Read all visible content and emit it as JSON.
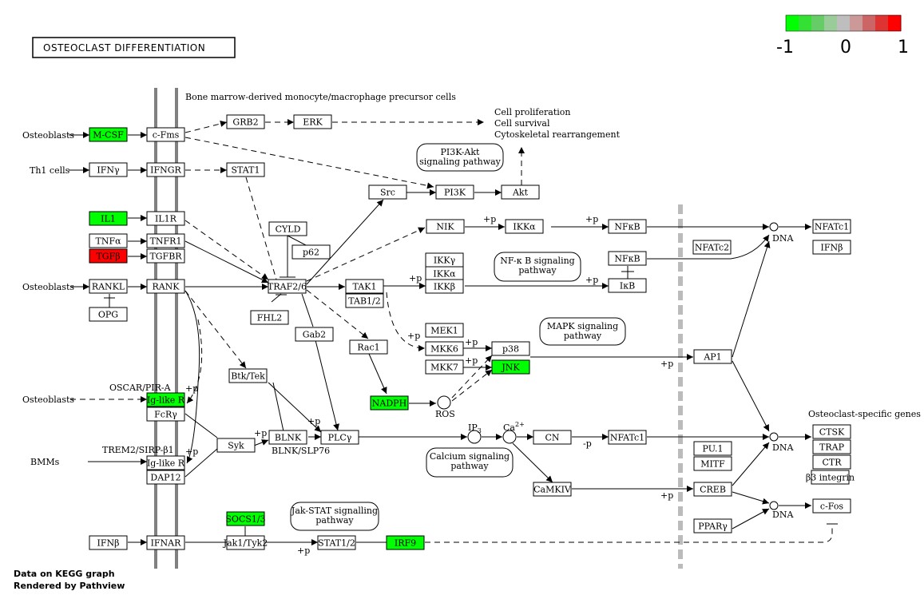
{
  "title": "OSTEOCLAST DIFFERENTIATION",
  "footer": [
    "Data on KEGG graph",
    "Rendered by Pathview"
  ],
  "legend": {
    "min_label": "-1",
    "mid_label": "0",
    "max_label": "1",
    "colors": [
      "#00ff00",
      "#33e033",
      "#66cc66",
      "#99cc99",
      "#bebebe",
      "#cc9999",
      "#cc6666",
      "#dd3333",
      "#ff0000"
    ]
  },
  "colors": {
    "down": "#00ff00",
    "up": "#ff0000",
    "none": "#ffffff",
    "membrane": "#808080",
    "nucleus": "#bbbbbb"
  },
  "nodes": [
    {
      "id": "mcsf",
      "label": "M-CSF",
      "color": "#00ff00"
    },
    {
      "id": "cfms",
      "label": "c-Fms",
      "color": "#ffffff"
    },
    {
      "id": "grb2",
      "label": "GRB2",
      "color": "#ffffff"
    },
    {
      "id": "erk",
      "label": "ERK",
      "color": "#ffffff"
    },
    {
      "id": "ifny",
      "label": "IFNγ",
      "color": "#ffffff"
    },
    {
      "id": "ifngr",
      "label": "IFNGR",
      "color": "#ffffff"
    },
    {
      "id": "stat1",
      "label": "STAT1",
      "color": "#ffffff"
    },
    {
      "id": "src",
      "label": "Src",
      "color": "#ffffff"
    },
    {
      "id": "pi3k",
      "label": "PI3K",
      "color": "#ffffff"
    },
    {
      "id": "akt",
      "label": "Akt",
      "color": "#ffffff"
    },
    {
      "id": "il1",
      "label": "IL1",
      "color": "#00ff00"
    },
    {
      "id": "il1r",
      "label": "IL1R",
      "color": "#ffffff"
    },
    {
      "id": "tnfa",
      "label": "TNFα",
      "color": "#ffffff"
    },
    {
      "id": "tnfr1",
      "label": "TNFR1",
      "color": "#ffffff"
    },
    {
      "id": "tgfb",
      "label": "TGFβ",
      "color": "#ff0000"
    },
    {
      "id": "tgfbr",
      "label": "TGFBR",
      "color": "#ffffff"
    },
    {
      "id": "cyld",
      "label": "CYLD",
      "color": "#ffffff"
    },
    {
      "id": "p62",
      "label": "p62",
      "color": "#ffffff"
    },
    {
      "id": "nik",
      "label": "NIK",
      "color": "#ffffff"
    },
    {
      "id": "ikka",
      "label": "IKKα",
      "color": "#ffffff"
    },
    {
      "id": "nfkb1",
      "label": "NFκB",
      "color": "#ffffff"
    },
    {
      "id": "nfatc1a",
      "label": "NFATc1",
      "color": "#ffffff"
    },
    {
      "id": "ifnb2",
      "label": "IFNβ",
      "color": "#ffffff"
    },
    {
      "id": "nfatc2",
      "label": "NFATc2",
      "color": "#ffffff"
    },
    {
      "id": "ikky",
      "label": "IKKγ",
      "color": "#ffffff"
    },
    {
      "id": "ikka2",
      "label": "IKKα",
      "color": "#ffffff"
    },
    {
      "id": "ikkb",
      "label": "IKKβ",
      "color": "#ffffff"
    },
    {
      "id": "nfkb2",
      "label": "NFκB",
      "color": "#ffffff"
    },
    {
      "id": "ikb",
      "label": "IκB",
      "color": "#ffffff"
    },
    {
      "id": "rankl",
      "label": "RANKL",
      "color": "#ffffff"
    },
    {
      "id": "rank",
      "label": "RANK",
      "color": "#ffffff"
    },
    {
      "id": "traf6",
      "label": "TRAF2/6",
      "color": "#ffffff"
    },
    {
      "id": "tak1",
      "label": "TAK1",
      "color": "#ffffff"
    },
    {
      "id": "tab12",
      "label": "TAB1/2",
      "color": "#ffffff"
    },
    {
      "id": "opg",
      "label": "OPG",
      "color": "#ffffff"
    },
    {
      "id": "fhl2",
      "label": "FHL2",
      "color": "#ffffff"
    },
    {
      "id": "gab2",
      "label": "Gab2",
      "color": "#ffffff"
    },
    {
      "id": "rac1",
      "label": "Rac1",
      "color": "#ffffff"
    },
    {
      "id": "mek1",
      "label": "MEK1",
      "color": "#ffffff"
    },
    {
      "id": "mkk6",
      "label": "MKK6",
      "color": "#ffffff"
    },
    {
      "id": "p38",
      "label": "p38",
      "color": "#ffffff"
    },
    {
      "id": "mkk7",
      "label": "MKK7",
      "color": "#ffffff"
    },
    {
      "id": "jnk",
      "label": "JNK",
      "color": "#00ff00"
    },
    {
      "id": "ap1",
      "label": "AP1",
      "color": "#ffffff"
    },
    {
      "id": "btktek",
      "label": "Btk/Tek",
      "color": "#ffffff"
    },
    {
      "id": "iglike1",
      "label": "Ig-like R",
      "color": "#00ff00"
    },
    {
      "id": "fcry",
      "label": "FcRγ",
      "color": "#ffffff"
    },
    {
      "id": "nadph",
      "label": "NADPH",
      "color": "#00ff00"
    },
    {
      "id": "syk",
      "label": "Syk",
      "color": "#ffffff"
    },
    {
      "id": "blnk",
      "label": "BLNK",
      "color": "#ffffff"
    },
    {
      "id": "plcy",
      "label": "PLCγ",
      "color": "#ffffff"
    },
    {
      "id": "cn",
      "label": "CN",
      "color": "#ffffff"
    },
    {
      "id": "nfatc1b",
      "label": "NFATc1",
      "color": "#ffffff"
    },
    {
      "id": "iglike2",
      "label": "Ig-like R",
      "color": "#ffffff"
    },
    {
      "id": "dap12",
      "label": "DAP12",
      "color": "#ffffff"
    },
    {
      "id": "camkiv",
      "label": "CaMKIV",
      "color": "#ffffff"
    },
    {
      "id": "pu1",
      "label": "PU.1",
      "color": "#ffffff"
    },
    {
      "id": "mitf",
      "label": "MITF",
      "color": "#ffffff"
    },
    {
      "id": "creb",
      "label": "CREB",
      "color": "#ffffff"
    },
    {
      "id": "ctsk",
      "label": "CTSK",
      "color": "#ffffff"
    },
    {
      "id": "trap",
      "label": "TRAP",
      "color": "#ffffff"
    },
    {
      "id": "ctr",
      "label": "CTR",
      "color": "#ffffff"
    },
    {
      "id": "b3int",
      "label": "β3 integrin",
      "color": "#ffffff"
    },
    {
      "id": "socs",
      "label": "SOCS1/3",
      "color": "#00ff00"
    },
    {
      "id": "ifnb1",
      "label": "IFNβ",
      "color": "#ffffff"
    },
    {
      "id": "ifnar",
      "label": "IFNAR",
      "color": "#ffffff"
    },
    {
      "id": "jak1",
      "label": "Jak1/Tyk2",
      "color": "#ffffff"
    },
    {
      "id": "stat12",
      "label": "STAT1/2",
      "color": "#ffffff"
    },
    {
      "id": "irf9",
      "label": "IRF9",
      "color": "#00ff00"
    },
    {
      "id": "pparg",
      "label": "PPARγ",
      "color": "#ffffff"
    },
    {
      "id": "cfos",
      "label": "c-Fos",
      "color": "#ffffff"
    }
  ],
  "pathways": [
    {
      "id": "pi3kakt",
      "lines": [
        "PI3K-Akt",
        "signaling pathway"
      ]
    },
    {
      "id": "nfkbpath",
      "lines": [
        "NF-κ B signaling",
        "pathway"
      ]
    },
    {
      "id": "mapkpath",
      "lines": [
        "MAPK signaling",
        "pathway"
      ]
    },
    {
      "id": "calcium",
      "lines": [
        "Calcium signaling",
        "pathway"
      ]
    },
    {
      "id": "jakstat",
      "lines": [
        "Jak-STAT signalling",
        "pathway"
      ]
    }
  ],
  "labels": {
    "osteoblasts1": "Osteoblasts",
    "th1": "Th1 cells",
    "osteoblasts2": "Osteoblasts",
    "oscar": "OSCAR/PIR-A",
    "osteoblasts3": "Osteoblasts",
    "trem2": "TREM2/SIRP-β1",
    "bmms": "BMMs",
    "bone_marrow": "Bone marrow-derived monocyte/macrophage precursor cells",
    "prolif": "Cell proliferation",
    "survival": "Cell survival",
    "cytoskeletal": "Cytoskeletal rearrangement",
    "dna1": "DNA",
    "dna2": "DNA",
    "dna3": "DNA",
    "ros": "ROS",
    "ip3": "IP",
    "ip3_sub": "3",
    "ca": "Ca",
    "ca_sup": "2+",
    "blnk_slp": "BLNK/SLP76",
    "osteo_genes": "Osteoclast-specific genes",
    "plus_p": "+p",
    "minus_p": "-p"
  }
}
